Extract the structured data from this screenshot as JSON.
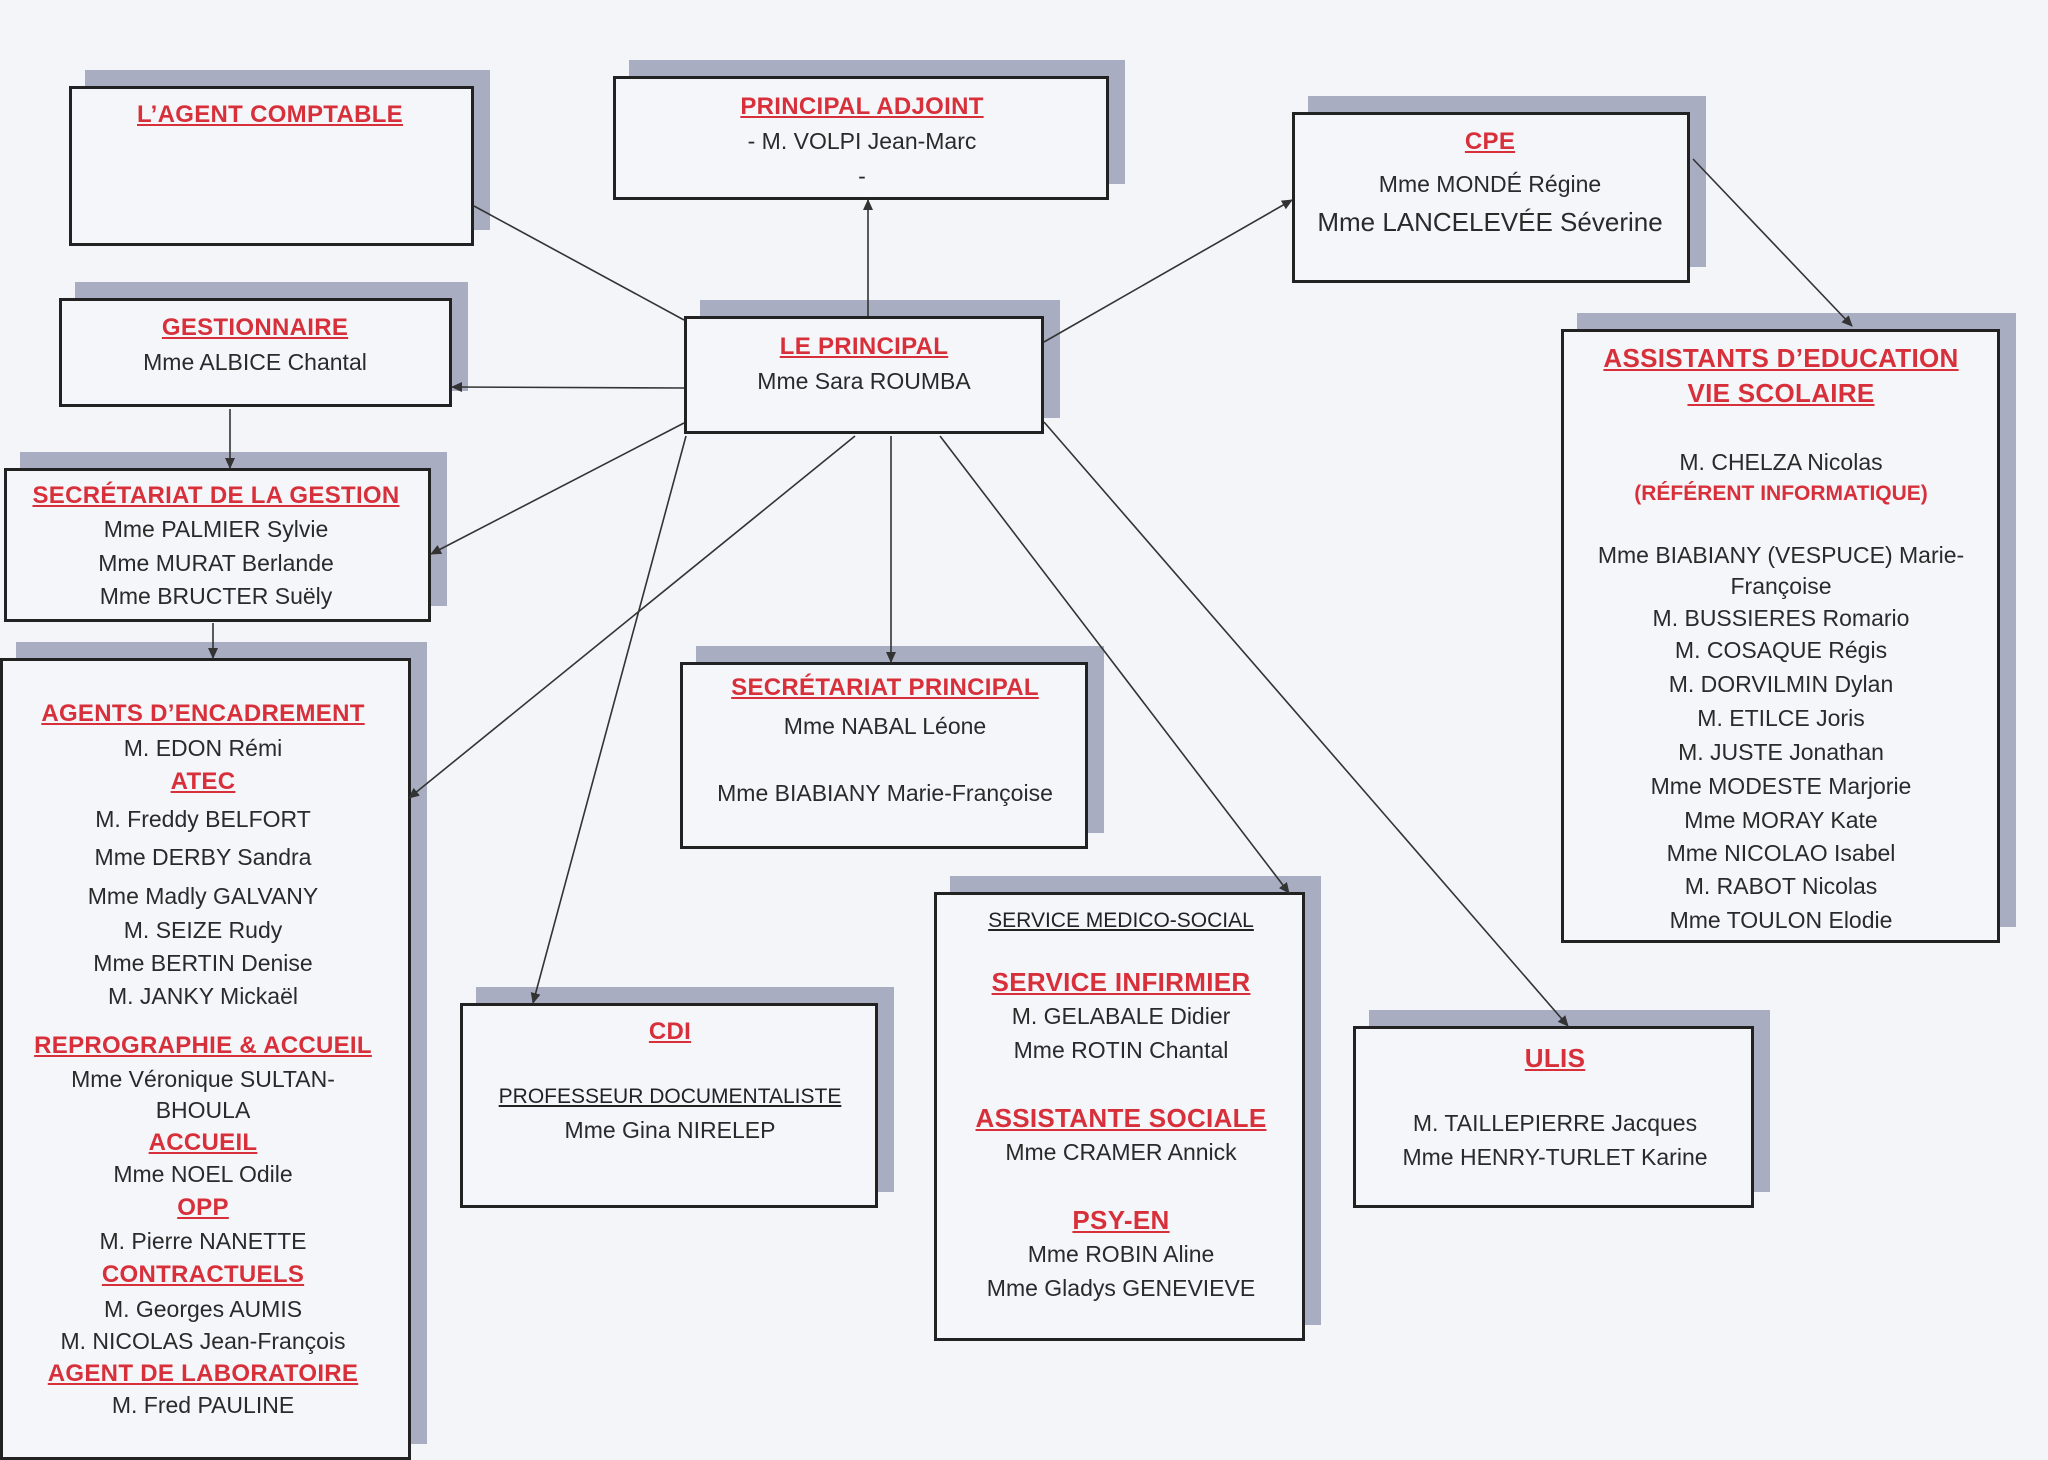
{
  "accent_red": "#d8303a",
  "boxes": {
    "agent_comptable": {
      "lines": [
        {
          "k": "h",
          "text": "L’AGENT COMPTABLE"
        }
      ]
    },
    "principal_adjoint": {
      "lines": [
        {
          "k": "h",
          "text": "PRINCIPAL ADJOINT"
        },
        {
          "k": "t",
          "text": "-      M. VOLPI Jean-Marc"
        },
        {
          "k": "t",
          "text": "-"
        }
      ]
    },
    "cpe": {
      "lines": [
        {
          "k": "h",
          "text": "CPE"
        },
        {
          "k": "t",
          "text": "Mme MONDÉ Régine"
        },
        {
          "k": "big",
          "text": "Mme LANCELEVÉE Séverine"
        }
      ]
    },
    "gestionnaire": {
      "lines": [
        {
          "k": "h",
          "text": "GESTIONNAIRE"
        },
        {
          "k": "t",
          "text": "Mme ALBICE Chantal"
        }
      ]
    },
    "principal": {
      "lines": [
        {
          "k": "h",
          "text": "LE PRINCIPAL"
        },
        {
          "k": "t",
          "text": "Mme Sara ROUMBA"
        }
      ]
    },
    "secretariat_gestion": {
      "lines": [
        {
          "k": "h",
          "text": "SECRÉTARIAT DE LA GESTION"
        },
        {
          "k": "t",
          "text": "Mme PALMIER Sylvie"
        },
        {
          "k": "t",
          "text": "Mme MURAT Berlande"
        },
        {
          "k": "t",
          "text": "Mme BRUCTER Suëly"
        }
      ]
    },
    "assistants": {
      "lines": [
        {
          "k": "hb",
          "text": "ASSISTANTS D’EDUCATION"
        },
        {
          "k": "hb",
          "text": "VIE SCOLAIRE"
        },
        {
          "k": "t",
          "text": "M. CHELZA Nicolas"
        },
        {
          "k": "r",
          "text": "(RÉFÉRENT INFORMATIQUE)"
        },
        {
          "k": "t",
          "text": "Mme BIABIANY (VESPUCE) Marie-"
        },
        {
          "k": "t",
          "text": "Françoise"
        },
        {
          "k": "t",
          "text": "M. BUSSIERES Romario"
        },
        {
          "k": "t",
          "text": "M. COSAQUE Régis"
        },
        {
          "k": "t",
          "text": "M. DORVILMIN Dylan"
        },
        {
          "k": "t",
          "text": "M. ETILCE Joris"
        },
        {
          "k": "t",
          "text": "M. JUSTE Jonathan"
        },
        {
          "k": "t",
          "text": "Mme MODESTE Marjorie"
        },
        {
          "k": "t",
          "text": "Mme MORAY Kate"
        },
        {
          "k": "t",
          "text": "Mme NICOLAO Isabel"
        },
        {
          "k": "t",
          "text": "M. RABOT Nicolas"
        },
        {
          "k": "t",
          "text": "Mme TOULON Elodie"
        }
      ]
    },
    "agents": {
      "lines": [
        {
          "k": "h",
          "text": "AGENTS D’ENCADREMENT"
        },
        {
          "k": "t",
          "text": "M. EDON Rémi"
        },
        {
          "k": "h",
          "text": "ATEC"
        },
        {
          "k": "t",
          "text": "M. Freddy BELFORT"
        },
        {
          "k": "t",
          "text": "Mme DERBY Sandra"
        },
        {
          "k": "t",
          "text": "Mme Madly GALVANY"
        },
        {
          "k": "t",
          "text": "M. SEIZE Rudy"
        },
        {
          "k": "t",
          "text": "Mme BERTIN Denise"
        },
        {
          "k": "t",
          "text": "M. JANKY Mickaël"
        },
        {
          "k": "h",
          "text": "REPROGRAPHIE & ACCUEIL"
        },
        {
          "k": "t",
          "text": "Mme Véronique SULTAN-"
        },
        {
          "k": "t",
          "text": "BHOULA"
        },
        {
          "k": "h",
          "text": "ACCUEIL"
        },
        {
          "k": "t",
          "text": "Mme NOEL Odile"
        },
        {
          "k": "h",
          "text": "OPP"
        },
        {
          "k": "t",
          "text": "M. Pierre NANETTE"
        },
        {
          "k": "h",
          "text": "CONTRACTUELS"
        },
        {
          "k": "t",
          "text": "M. Georges AUMIS"
        },
        {
          "k": "t",
          "text": "M. NICOLAS Jean-François"
        },
        {
          "k": "h",
          "text": "AGENT DE LABORATOIRE"
        },
        {
          "k": "t",
          "text": "M. Fred PAULINE"
        }
      ]
    },
    "secretariat_principal": {
      "lines": [
        {
          "k": "h",
          "text": "SECRÉTARIAT PRINCIPAL"
        },
        {
          "k": "t",
          "text": "Mme NABAL Léone"
        },
        {
          "k": "t",
          "text": "Mme BIABIANY Marie-Françoise"
        }
      ]
    },
    "cdi": {
      "lines": [
        {
          "k": "h",
          "text": "CDI"
        },
        {
          "k": "sub",
          "text": "PROFESSEUR DOCUMENTALISTE"
        },
        {
          "k": "t",
          "text": "Mme Gina NIRELEP"
        }
      ]
    },
    "medico_social": {
      "lines": [
        {
          "k": "sub",
          "text": "SERVICE MEDICO-SOCIAL"
        },
        {
          "k": "hb",
          "text": "SERVICE INFIRMIER"
        },
        {
          "k": "t",
          "text": "M. GELABALE Didier"
        },
        {
          "k": "t",
          "text": "Mme ROTIN Chantal"
        },
        {
          "k": "hb",
          "text": "ASSISTANTE SOCIALE"
        },
        {
          "k": "t",
          "text": "Mme CRAMER Annick"
        },
        {
          "k": "hb",
          "text": "PSY-EN"
        },
        {
          "k": "t",
          "text": "Mme ROBIN Aline"
        },
        {
          "k": "t",
          "text": "Mme Gladys GENEVIEVE"
        }
      ]
    },
    "ulis": {
      "lines": [
        {
          "k": "hb",
          "text": "ULIS"
        },
        {
          "k": "t",
          "text": "M. TAILLEPIERRE Jacques"
        },
        {
          "k": "t",
          "text": "Mme HENRY-TURLET Karine"
        }
      ]
    }
  }
}
